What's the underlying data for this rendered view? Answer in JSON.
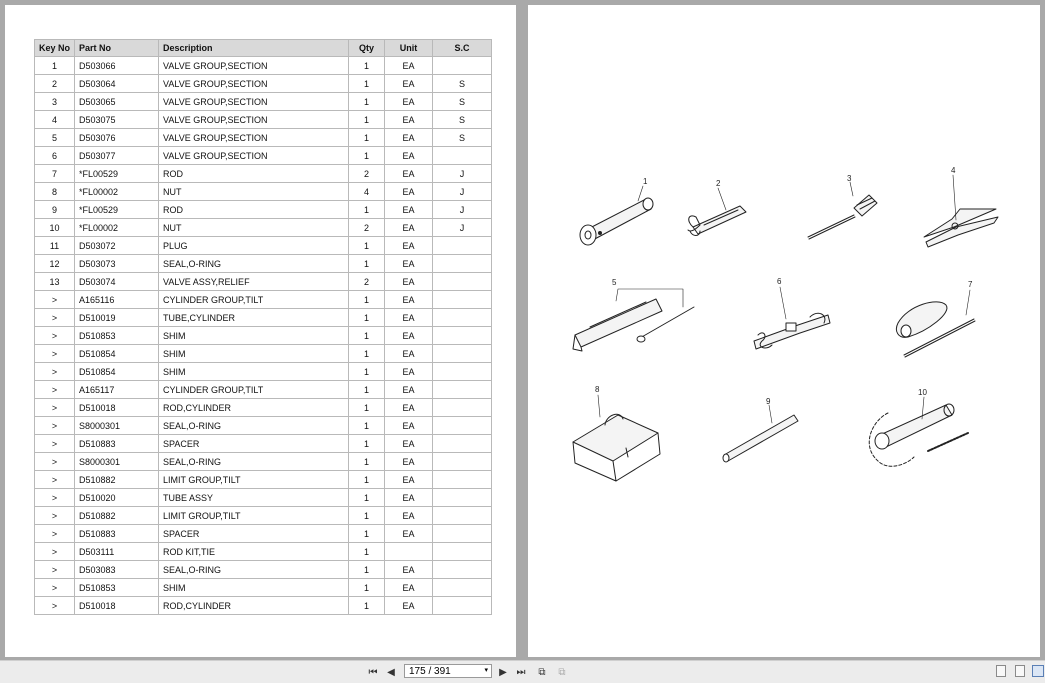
{
  "table": {
    "headers": [
      "Key No",
      "Part No",
      "Description",
      "Qty",
      "Unit",
      "S.C"
    ],
    "rows": [
      [
        "1",
        "D503066",
        "VALVE GROUP,SECTION",
        "1",
        "EA",
        ""
      ],
      [
        "2",
        "D503064",
        "VALVE GROUP,SECTION",
        "1",
        "EA",
        "S"
      ],
      [
        "3",
        "D503065",
        "VALVE GROUP,SECTION",
        "1",
        "EA",
        "S"
      ],
      [
        "4",
        "D503075",
        "VALVE GROUP,SECTION",
        "1",
        "EA",
        "S"
      ],
      [
        "5",
        "D503076",
        "VALVE GROUP,SECTION",
        "1",
        "EA",
        "S"
      ],
      [
        "6",
        "D503077",
        "VALVE GROUP,SECTION",
        "1",
        "EA",
        ""
      ],
      [
        "7",
        "*FL00529",
        "ROD",
        "2",
        "EA",
        "J"
      ],
      [
        "8",
        "*FL00002",
        "NUT",
        "4",
        "EA",
        "J"
      ],
      [
        "9",
        "*FL00529",
        "ROD",
        "1",
        "EA",
        "J"
      ],
      [
        "10",
        "*FL00002",
        "NUT",
        "2",
        "EA",
        "J"
      ],
      [
        "11",
        "D503072",
        "PLUG",
        "1",
        "EA",
        ""
      ],
      [
        "12",
        "D503073",
        "SEAL,O-RING",
        "1",
        "EA",
        ""
      ],
      [
        "13",
        "D503074",
        "VALVE ASSY,RELIEF",
        "2",
        "EA",
        ""
      ],
      [
        ">",
        "A165116",
        "CYLINDER GROUP,TILT",
        "1",
        "EA",
        ""
      ],
      [
        ">",
        "D510019",
        "TUBE,CYLINDER",
        "1",
        "EA",
        ""
      ],
      [
        ">",
        "D510853",
        "SHIM",
        "1",
        "EA",
        ""
      ],
      [
        ">",
        "D510854",
        "SHIM",
        "1",
        "EA",
        ""
      ],
      [
        ">",
        "D510854",
        "SHIM",
        "1",
        "EA",
        ""
      ],
      [
        ">",
        "A165117",
        "CYLINDER GROUP,TILT",
        "1",
        "EA",
        ""
      ],
      [
        ">",
        "D510018",
        "ROD,CYLINDER",
        "1",
        "EA",
        ""
      ],
      [
        ">",
        "S8000301",
        "SEAL,O-RING",
        "1",
        "EA",
        ""
      ],
      [
        ">",
        "D510883",
        "SPACER",
        "1",
        "EA",
        ""
      ],
      [
        ">",
        "S8000301",
        "SEAL,O-RING",
        "1",
        "EA",
        ""
      ],
      [
        ">",
        "D510882",
        "LIMIT GROUP,TILT",
        "1",
        "EA",
        ""
      ],
      [
        ">",
        "D510020",
        "TUBE ASSY",
        "1",
        "EA",
        ""
      ],
      [
        ">",
        "D510882",
        "LIMIT GROUP,TILT",
        "1",
        "EA",
        ""
      ],
      [
        ">",
        "D510883",
        "SPACER",
        "1",
        "EA",
        ""
      ],
      [
        ">",
        "D503111",
        "ROD KIT,TIE",
        "1",
        "",
        ""
      ],
      [
        ">",
        "D503083",
        "SEAL,O-RING",
        "1",
        "EA",
        ""
      ],
      [
        ">",
        "D510853",
        "SHIM",
        "1",
        "EA",
        ""
      ],
      [
        ">",
        "D510018",
        "ROD,CYLINDER",
        "1",
        "EA",
        ""
      ]
    ]
  },
  "diagram": {
    "labels": [
      "1",
      "2",
      "3",
      "4",
      "5",
      "6",
      "7",
      "8",
      "9",
      "10"
    ]
  },
  "toolbar": {
    "page_indicator": "175 / 391",
    "icons": [
      "first-page-icon",
      "prev-page-icon",
      "next-page-icon",
      "last-page-icon",
      "copy-page-icon",
      "compare-page-icon",
      "single-page-view-icon",
      "continuous-view-icon",
      "two-page-view-icon"
    ]
  }
}
